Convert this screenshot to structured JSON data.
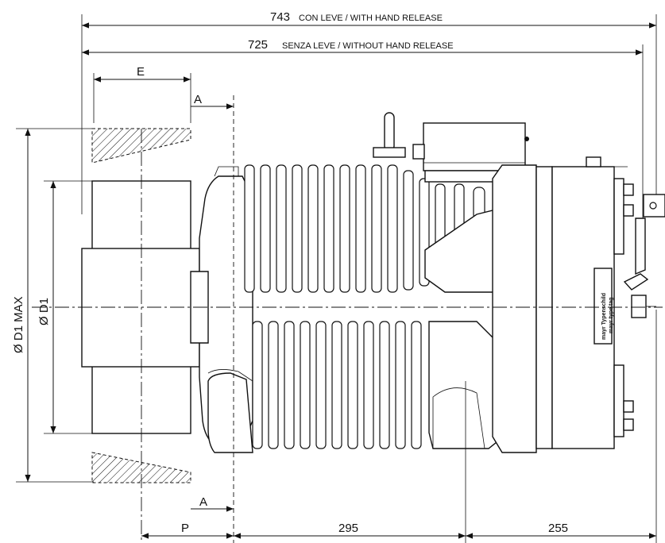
{
  "dimensions": {
    "overall_with_release": {
      "value": "743",
      "label": "CON LEVE / WITH HAND RELEASE"
    },
    "overall_without_release": {
      "value": "725",
      "label": "SENZA LEVE / WITHOUT HAND RELEASE"
    },
    "e_label": "E",
    "a_label": "A",
    "d1_max_label": "Ø D1 MAX",
    "d1_label": "Ø D1",
    "p_label": "P",
    "mid_length": "295",
    "rear_length": "255"
  },
  "nameplate": {
    "line1": "mayr Typenschild",
    "line2": "mayr type tag"
  }
}
